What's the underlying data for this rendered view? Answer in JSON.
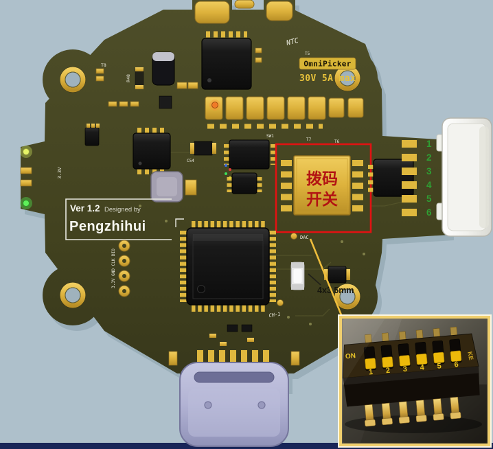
{
  "background": {
    "canvas_color": "#aec0cb",
    "bottom_bar_color": "#182558"
  },
  "board": {
    "title_block": {
      "version": "Ver 1.2",
      "designed_by": "Designed by",
      "designer": "Pengzhihui"
    },
    "brand_badge": {
      "name": "OmniPicker",
      "rating": "30V 5A max"
    },
    "silkscreen_labels": {
      "t8": "T8",
      "r48": "R48",
      "ntc": "NTC",
      "t5": "T5",
      "sw1": "SW1",
      "t7": "T7",
      "t6": "T6",
      "c54": "C54",
      "rail_3v3": "3.3V",
      "swd_pads": "3.3V GND CLK DIO",
      "dac": "DAC",
      "ch1": "CH-1"
    },
    "connector_pin_numbers": [
      "1",
      "2",
      "3",
      "4",
      "5",
      "6"
    ]
  },
  "annotations": {
    "dip_switch_callout": {
      "line1": "拨码",
      "line2": "开关"
    },
    "mounting_hole_spec": "4x3.5mm"
  },
  "inset_photo": {
    "on_label": "ON",
    "side_label": "KE",
    "position_numbers": [
      "1",
      "2",
      "3",
      "4",
      "5",
      "6"
    ]
  },
  "colors": {
    "board_olive": "#42421f",
    "pad_gold": "#dfb83e",
    "annotation_red": "#e11212",
    "callout_text_red": "#b21313",
    "leader_yellow": "#eebd3c",
    "pin_green": "#2f9e33",
    "silkscreen_white": "#ecece0",
    "usb_lavender": "#b2b3d4"
  }
}
